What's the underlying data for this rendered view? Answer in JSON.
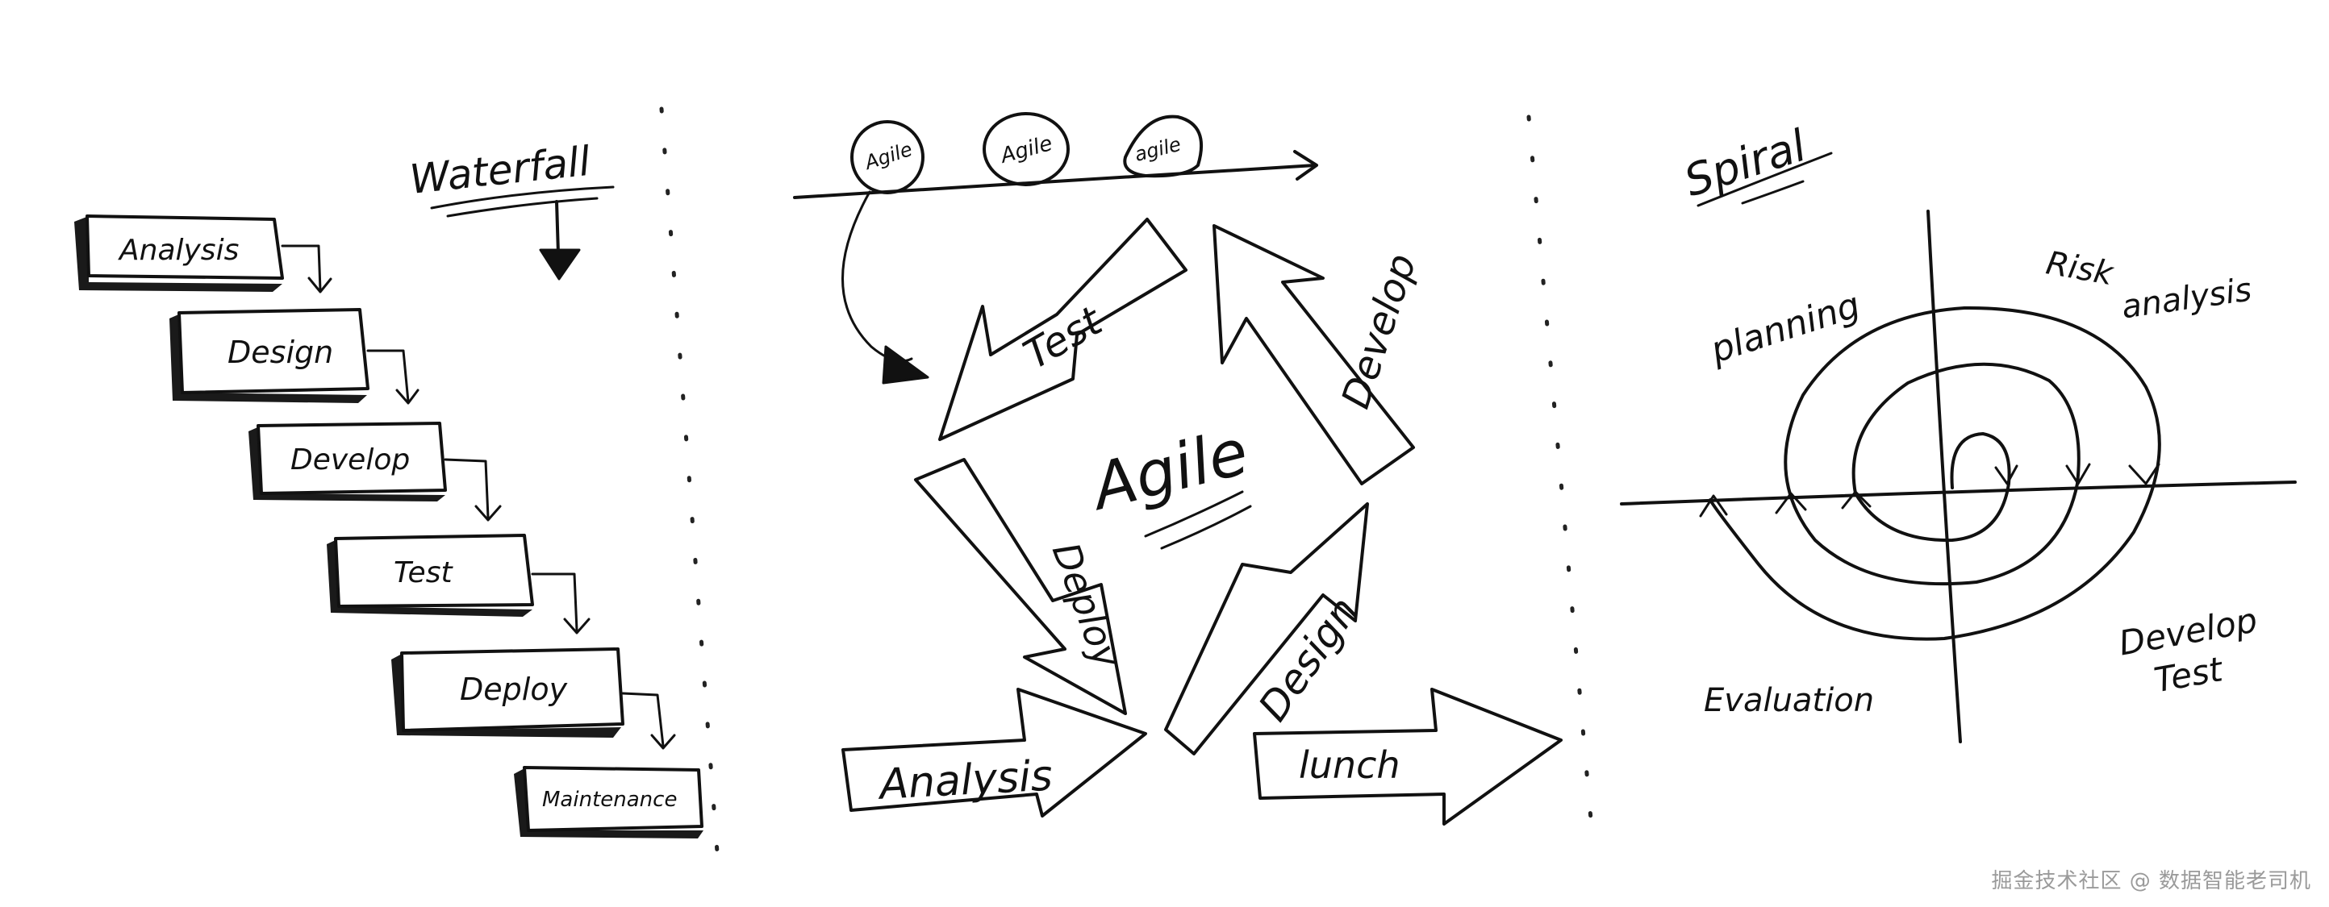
{
  "waterfall": {
    "title": "Waterfall",
    "stages": [
      "Analysis",
      "Design",
      "Develop",
      "Test",
      "Deploy",
      "Maintenance"
    ]
  },
  "agile": {
    "center": "Agile",
    "sprints": [
      "Agile",
      "Agile",
      "agile"
    ],
    "cycle": [
      "Test",
      "Develop",
      "Design",
      "Deploy"
    ],
    "entry": "Analysis",
    "exit": "lunch"
  },
  "spiral": {
    "title": "Spiral",
    "quadrants": {
      "planning": "planning",
      "risk_1": "Risk",
      "risk_2": "analysis",
      "develop": "Develop",
      "test": "Test",
      "evaluation": "Evaluation"
    }
  },
  "watermark": "掘金技术社区 @ 数据智能老司机"
}
